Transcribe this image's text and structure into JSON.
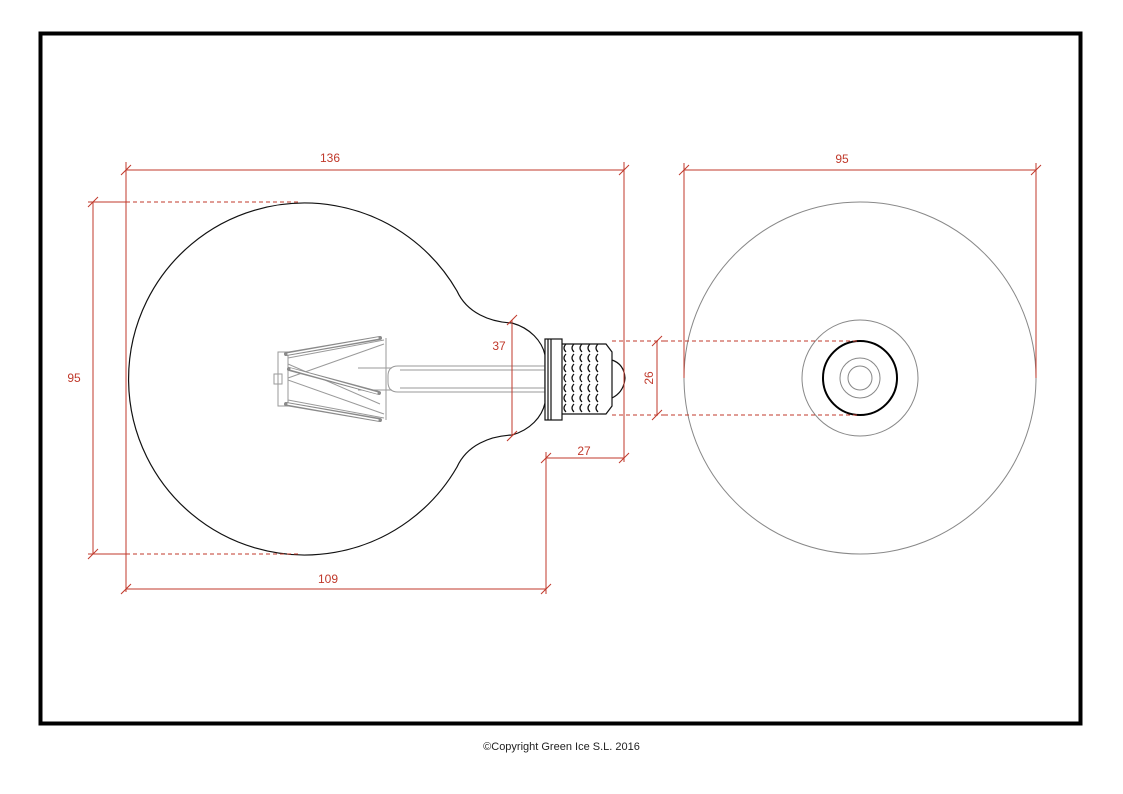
{
  "colors": {
    "frame": "#000000",
    "dimension": "#c0392b",
    "outline": "#111111",
    "filament": "#9a9a9a",
    "front_view": "#888888"
  },
  "dimensions": {
    "total_length": "136",
    "globe_length": "109",
    "globe_diameter_side": "95",
    "neck_diameter": "37",
    "cap_length": "27",
    "cap_diameter": "26",
    "globe_diameter_front": "95"
  },
  "footer": {
    "copyright": "©Copyright Green Ice S.L. 2016"
  }
}
